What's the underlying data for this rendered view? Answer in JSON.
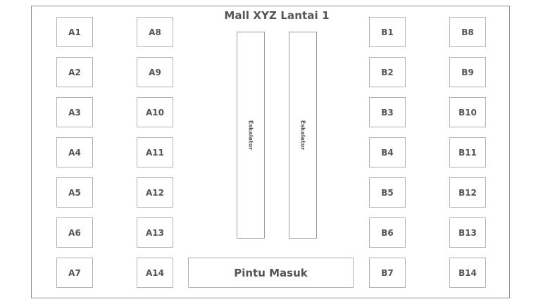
{
  "title": "Mall XYZ Lantai 1",
  "columns": [
    {
      "stalls": [
        "A1",
        "A2",
        "A3",
        "A4",
        "A5",
        "A6",
        "A7"
      ]
    },
    {
      "stalls": [
        "A8",
        "A9",
        "A10",
        "A11",
        "A12",
        "A13",
        "A14"
      ]
    },
    {
      "stalls": [
        "B1",
        "B2",
        "B3",
        "B4",
        "B5",
        "B6",
        "B7"
      ]
    },
    {
      "stalls": [
        "B8",
        "B9",
        "B10",
        "B11",
        "B12",
        "B13",
        "B14"
      ]
    }
  ],
  "escalators": [
    "Eskalator",
    "Eskalator"
  ],
  "entrance": "Pintu Masuk",
  "colors": {
    "border": "#b3b3b3",
    "text": "#555555",
    "frame": "#8c8c8c"
  }
}
